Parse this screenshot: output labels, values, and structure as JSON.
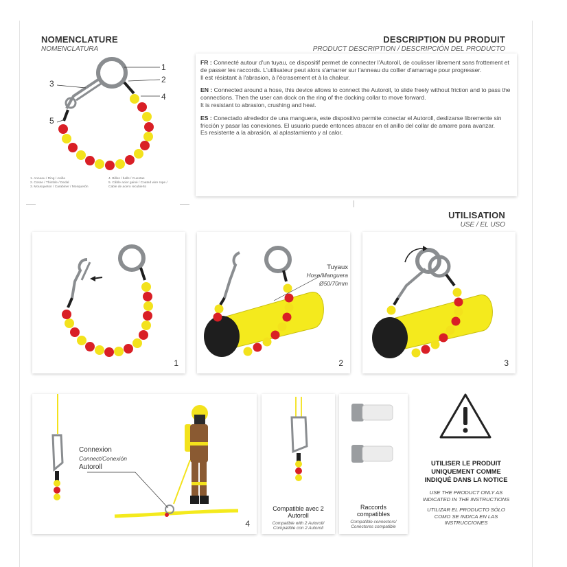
{
  "nomenclature": {
    "title": "NOMENCLATURE",
    "subtitle": "NOMENCLATURA",
    "callouts": [
      "1",
      "2",
      "3",
      "4",
      "5"
    ],
    "legend_left": [
      "1. Anneau / Ring / Anilla",
      "2. Cosse / Thimble / Dedal",
      "3. Mousqueton / Carabiner / Mosquetón"
    ],
    "legend_right": [
      "4. Billes / balls / Cuentas",
      "5. Câble acier gainé / Coated wire rope /",
      "Cable de acero recubierto"
    ]
  },
  "description": {
    "title": "DESCRIPTION DU PRODUIT",
    "subtitle": "PRODUCT DESCRIPTION / DESCRIPCIÓN DEL PRODUCTO",
    "fr_label": "FR :",
    "fr_text": "Connecté autour d'un tuyau, ce dispositif permet de connecter l'Autoroll, de coulisser librement sans frottement et de passer les raccords. L'utilisateur peut alors s'amarrer sur l'anneau du collier d'amarrage pour progresser.",
    "fr_text2": "Il est résistant à l'abrasion, à l'écrasement et à la chaleur.",
    "en_label": "EN :",
    "en_text": "Connected around a hose, this device allows to connect the Autoroll, to slide freely without friction and to pass the connections. Then the user can dock on the ring of the docking collar to move forward.",
    "en_text2": "It is resistant to abrasion, crushing and heat.",
    "es_label": "ES :",
    "es_text": "Conectado alrededor de una manguera, este dispositivo permite conectar el Autoroll, deslizarse libremente sin fricción y pasar las conexiones. El usuario puede entonces atracar en el anillo del collar de amarre para avanzar.",
    "es_text2": "Es resistente a la abrasión, al aplastamiento y al calor."
  },
  "utilisation": {
    "title": "UTILISATION",
    "subtitle": "USE / EL USO"
  },
  "steps": {
    "s1": "1",
    "s2": "2",
    "s3": "3",
    "s4": "4",
    "hose_label": "Tuyaux",
    "hose_sub": "Hose/Manguera",
    "hose_size": "Ø50/70mm",
    "connexion_label": "Connexion",
    "connexion_sub": "Connect/Conexión",
    "autoroll_label": "Autoroll"
  },
  "compat": {
    "title1": "Compatible avec 2",
    "title2": "Autoroll",
    "sub1": "Compatible with 2 Autoroll/",
    "sub2": "Compatible con 2 Autoroll"
  },
  "raccords": {
    "title1": "Raccords",
    "title2": "compatibles",
    "sub1": "Compatible connectors/",
    "sub2": "Conectores compatible"
  },
  "warning": {
    "line1": "UTILISER LE PRODUIT",
    "line2": "UNIQUEMENT COMME",
    "line3": "INDIQUÉ DANS LA NOTICE",
    "en1": "USE THE PRODUCT ONLY AS",
    "en2": "INDICATED IN THE INSTRUCTIONS",
    "es1": "UTILIZAR EL PRODUCTO SÓLO",
    "es2": "COMO SE INDICA EN LAS",
    "es3": "INSTRUCCIONES"
  },
  "colors": {
    "yellow": "#f3e21c",
    "red": "#d91f26",
    "hose": "#f4ea1d",
    "dark": "#1e1e1e",
    "steel": "#8a8d90"
  }
}
